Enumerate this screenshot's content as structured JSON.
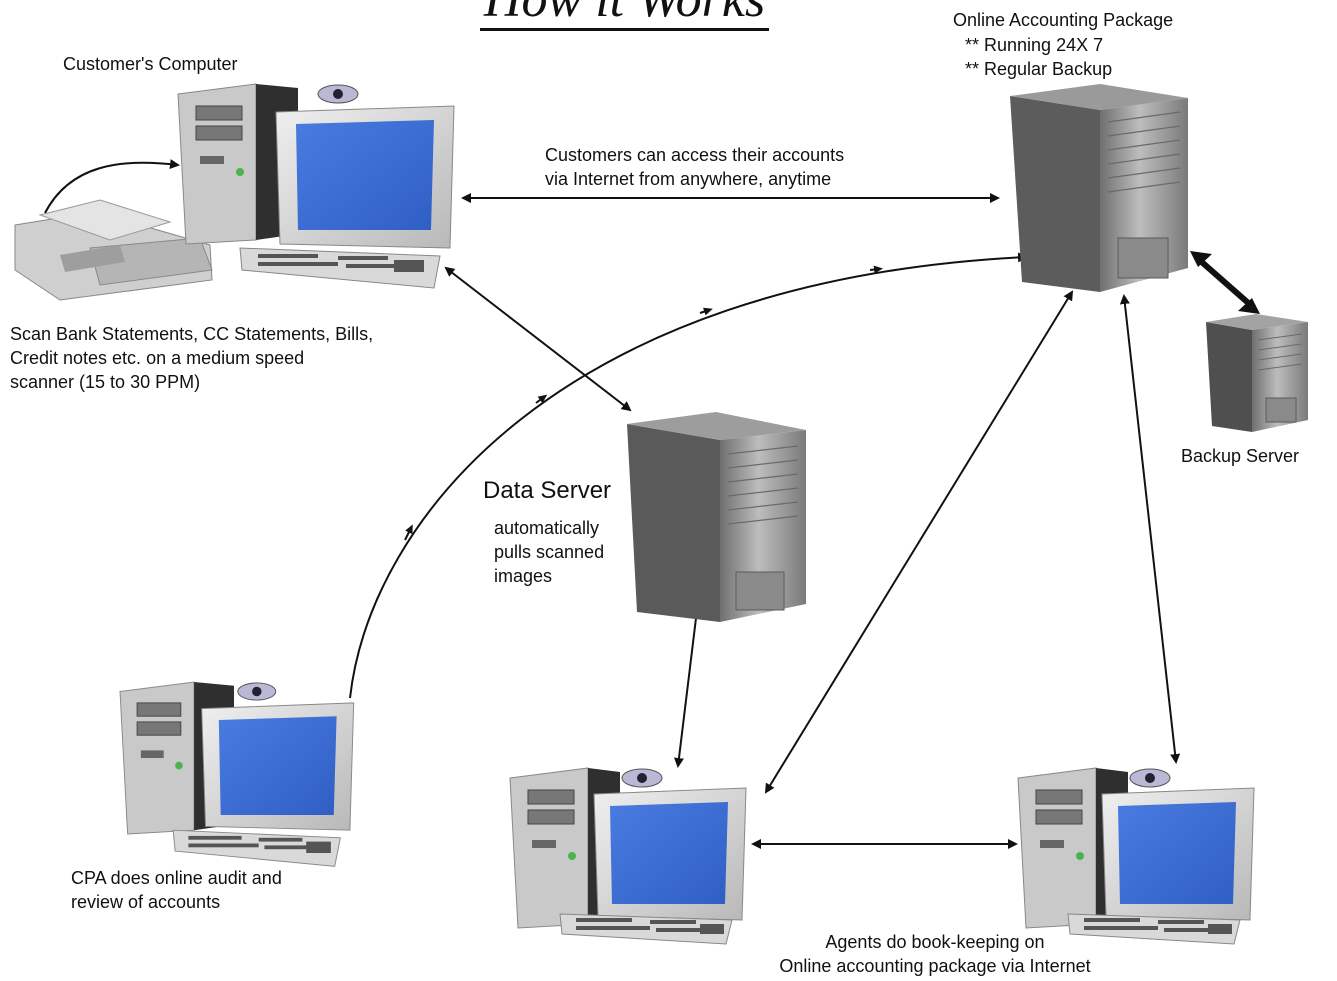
{
  "title": "How it Works",
  "labels": {
    "customer_computer": "Customer's Computer",
    "online_package": "Online Accounting Package",
    "running": "** Running 24X 7",
    "backup": "** Regular Backup",
    "access_note": "Customers can access their accounts\nvia Internet from anywhere, anytime",
    "scan_note": "Scan Bank Statements, CC Statements, Bills,\nCredit notes etc. on a medium speed\nscanner (15 to 30 PPM)",
    "data_server": "Data Server",
    "data_server_note": "automatically\npulls scanned\nimages",
    "backup_server": "Backup Server",
    "cpa_note": "CPA does online audit and\nreview of accounts",
    "agents_note": "Agents do book-keeping on\nOnline accounting package via Internet"
  },
  "colors": {
    "screen": "#3f6fd1",
    "case": "#c9c9c9",
    "case_dark": "#2e2e2e",
    "server": "#8c8c8c",
    "arrow": "#111111"
  }
}
